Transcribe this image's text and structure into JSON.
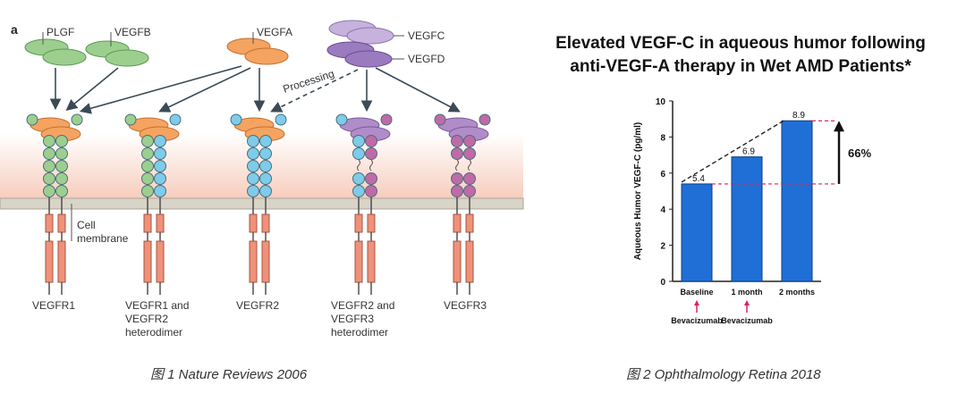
{
  "figure1": {
    "panel_label": "a",
    "ligands": [
      "PLGF",
      "VEGFB",
      "VEGFA",
      "VEGFC",
      "VEGFD"
    ],
    "processing_label": "Processing",
    "membrane_label_1": "Cell",
    "membrane_label_2": "membrane",
    "receptors": [
      {
        "line1": "VEGFR1",
        "line2": "",
        "line3": ""
      },
      {
        "line1": "VEGFR1 and",
        "line2": "VEGFR2",
        "line3": "heterodimer"
      },
      {
        "line1": "VEGFR2",
        "line2": "",
        "line3": ""
      },
      {
        "line1": "VEGFR2 and",
        "line2": "VEGFR3",
        "line3": "heterodimer"
      },
      {
        "line1": "VEGFR3",
        "line2": "",
        "line3": ""
      }
    ],
    "caption": "图 1 Nature Reviews 2006",
    "colors": {
      "green": "#9ccf8f",
      "orange": "#f4a460",
      "blue": "#7ecbea",
      "purple": "#b08cc8",
      "magenta": "#c06aa8",
      "receptor_tm": "#f0917a"
    }
  },
  "figure2": {
    "title_line1": "Elevated VEGF-C in aqueous humor following",
    "title_line2": "anti-VEGF-A therapy in Wet AMD Patients*",
    "caption": "图 2 Ophthalmology Retina 2018",
    "bevacizumab_label": "Bevacizumab",
    "change_label": "66%"
  },
  "chart_data": {
    "type": "bar",
    "categories": [
      "Baseline",
      "1 month",
      "2 months"
    ],
    "values": [
      5.4,
      6.9,
      8.9
    ],
    "ylabel": "Aqueous Humor VEGF-C (pg/ml)",
    "ylim": [
      0,
      10
    ],
    "yticks": [
      0,
      2,
      4,
      6,
      8,
      10
    ],
    "bar_color": "#1f6fd6",
    "annotation": "66%"
  }
}
